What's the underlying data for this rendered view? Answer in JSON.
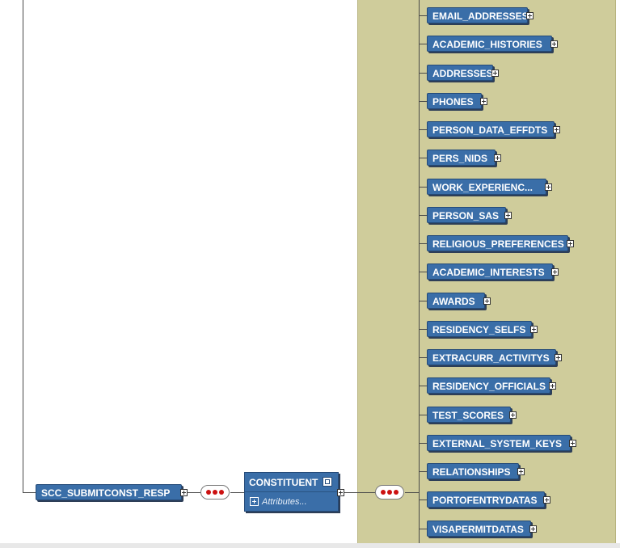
{
  "diagram": {
    "root": {
      "label": "SCC_SUBMITCONST_RESP"
    },
    "constituent": {
      "label": "CONSTITUENT",
      "attributes_label": "Attributes..."
    },
    "children": [
      "EMAIL_ADDRESSES",
      "ACADEMIC_HISTORIES",
      "ADDRESSES",
      "PHONES",
      "PERSON_DATA_EFFDTS",
      "PERS_NIDS",
      "WORK_EXPERIENC...",
      "PERSON_SAS",
      "RELIGIOUS_PREFERENCES",
      "ACADEMIC_INTERESTS",
      "AWARDS",
      "RESIDENCY_SELFS",
      "EXTRACURR_ACTIVITYS",
      "RESIDENCY_OFFICIALS",
      "TEST_SCORES",
      "EXTERNAL_SYSTEM_KEYS",
      "RELATIONSHIPS",
      "PORTOFENTRYDATAS",
      "VISAPERMITDATAS"
    ]
  },
  "colors": {
    "node_fill": "#3a6ea8",
    "panel_fill": "#cfcc9b",
    "connector": "#4a4a4a",
    "sequence_dots": "#cc1111"
  },
  "icons": {
    "expand": "plus-box-icon",
    "sequence": "sequence-compositor-icon",
    "reference": "reference-link-icon"
  }
}
